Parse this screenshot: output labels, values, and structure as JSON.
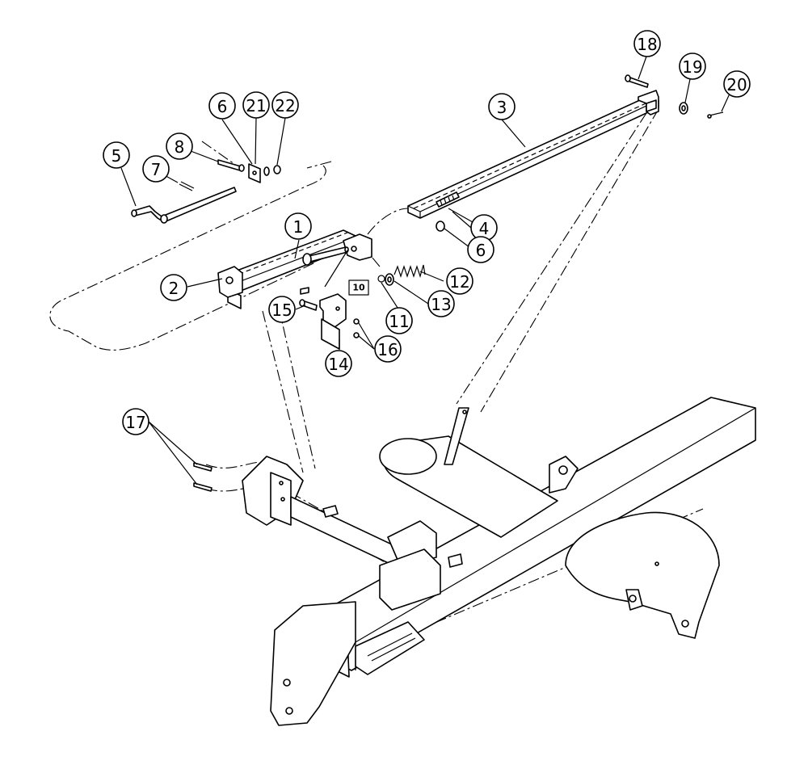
{
  "callouts": [
    {
      "id": "1",
      "label": "1"
    },
    {
      "id": "2",
      "label": "2"
    },
    {
      "id": "3",
      "label": "3"
    },
    {
      "id": "4",
      "label": "4"
    },
    {
      "id": "5",
      "label": "5"
    },
    {
      "id": "6a",
      "label": "6"
    },
    {
      "id": "6b",
      "label": "6"
    },
    {
      "id": "7",
      "label": "7"
    },
    {
      "id": "8",
      "label": "8"
    },
    {
      "id": "10",
      "label": "10"
    },
    {
      "id": "11",
      "label": "11"
    },
    {
      "id": "12",
      "label": "12"
    },
    {
      "id": "13",
      "label": "13"
    },
    {
      "id": "14",
      "label": "14"
    },
    {
      "id": "15",
      "label": "15"
    },
    {
      "id": "16",
      "label": "16"
    },
    {
      "id": "17",
      "label": "17"
    },
    {
      "id": "18",
      "label": "18"
    },
    {
      "id": "19",
      "label": "19"
    },
    {
      "id": "20",
      "label": "20"
    },
    {
      "id": "21",
      "label": "21"
    },
    {
      "id": "22",
      "label": "22"
    }
  ],
  "colors": {
    "line": "#000000",
    "background": "#ffffff"
  }
}
